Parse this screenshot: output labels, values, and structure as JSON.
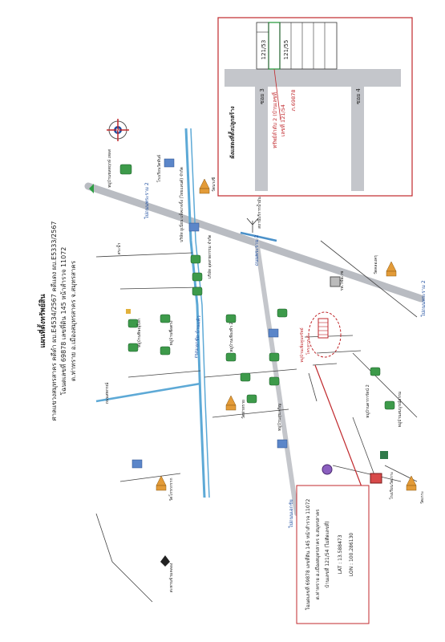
{
  "header": {
    "title": "แผนที่ตั้งทรัพย์สิน",
    "court": "ศาลแขวงสมุทรสาคร คดีดำ ผบ.E4534/2567 คดีแดง ผบ.E5333/2567",
    "deed": "โฉนดเลขที่ 69878 เลขที่ดิน 145 หน้าสำรวจ 11072",
    "location": "ต.ท่าทราย อ.เมืองสมุทรสาคร จ.สมุทรสาคร"
  },
  "inset": {
    "lot_a": "121/53",
    "lot_b": "121/55",
    "soi3": "ซอย 3",
    "soi4": "ซอย 4",
    "red_line1": "ทรัพย์ลำดับ 2 (บ้านเลขที่",
    "red_line2": "เลขที่ 121/54",
    "red_line3": "ภ.69878",
    "caption": "ผังแสดงที่ตั้งปลูกสร้าง"
  },
  "infobox": {
    "line1": "โฉนดเลขที่ 69878 เลขที่ดิน 145 หน้าสำรวจ 11072",
    "line2": "ต.ท่าทราย อ.เมืองสมุทรสาคร จ.สมุทรสาคร",
    "line3": "บ้านเลขที่ 121/54 (ไม่ติดเลขที่)",
    "lat": "LAT : 13.588473",
    "lon": "LON : 100.286130"
  },
  "labels": {
    "village_top": "หมู่บ้านชลพฤกษ์ เพลส",
    "school": "โรงเรียนวัดพันธ์",
    "temple1": "วัดนางชี",
    "crossroad": "ถนนพระราม 2",
    "pond": "สระน้ำ",
    "factory1": "บริษัท ยูเนี่ยน แพ็คเกจจิ้ง (ไทยแลนด์) จำกัด",
    "factory2": "บริษัท อุตสาหกรรม จำกัด",
    "ekachai": "ถนนเอกชัย-บ้านแพ้ว",
    "village2": "หมู่บ้านพิษณุโลก",
    "village3": "หมู่บ้านซื่อตรง",
    "village4": "หมู่บ้านเพียงฟ้า 2",
    "gas": "สถานีบริการน้ำมัน",
    "hospital": "รพ.วิชัยเวช",
    "temple2": "วัดคลองครุ",
    "subject_label": "หมู่บ้านเพิ่มพูนทรัพย์",
    "subject_sub": "โครงการ 6",
    "village5": "หมู่บ้านสุขเจริญ",
    "village6": "หมู่บ้านดารารัตน์ 2",
    "village7": "หมู่บ้านสมบูรณ์ธรรม",
    "temple3": "วัดท่าทราย",
    "temple4": "วัดโกรกกราก",
    "school2": "โรงเรียนวัดเกาะ",
    "temple5": "วัดเกาะ",
    "road_left": "ถนนสหกรณ์",
    "bridge": "สะพานข้ามคลอง",
    "arrow_bottom_right": "ไปถนนพระราม 2",
    "arrow_top": "ไปถนนพระราม 2",
    "arrow_bottom_left": "ไปถนนเอกชัย",
    "compass": "N"
  }
}
